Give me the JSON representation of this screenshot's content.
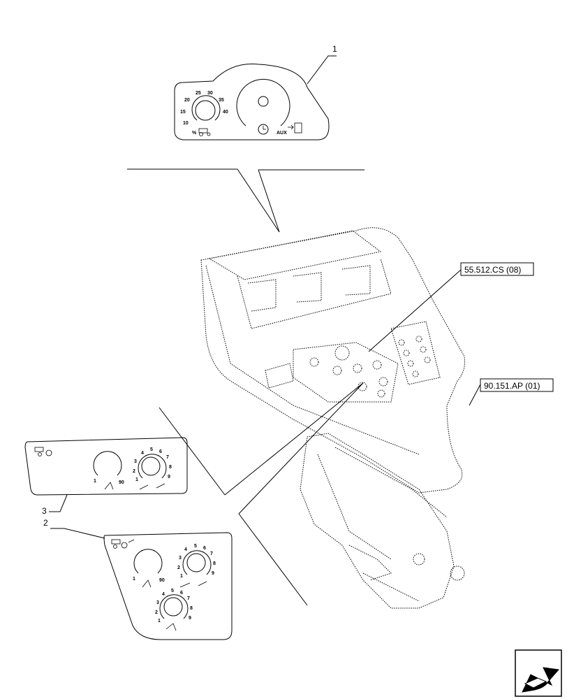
{
  "callouts": {
    "item1": "1",
    "item2": "2",
    "item3": "3"
  },
  "references": {
    "ref_top": "55.512.CS (08)",
    "ref_right": "90.151.AP (01)"
  },
  "panel1": {
    "ticks": [
      "10",
      "15",
      "20",
      "25",
      "30",
      "35",
      "40"
    ],
    "percent": "%",
    "aux": "AUX"
  },
  "panel3": {
    "left_knob": [
      "1",
      "90"
    ],
    "right_knob": [
      "1",
      "2",
      "3",
      "4",
      "5",
      "6",
      "7",
      "8",
      "9"
    ]
  },
  "panel2": {
    "left_knob": [
      "1",
      "90"
    ],
    "right_knob": [
      "1",
      "2",
      "3",
      "4",
      "5",
      "6",
      "7",
      "8",
      "9"
    ],
    "bottom_knob": [
      "1",
      "2",
      "3",
      "4",
      "5",
      "6",
      "7",
      "8",
      "9"
    ]
  },
  "icons": [
    "tractor-icon",
    "clock-icon",
    "hydraulic-aux-icon",
    "page-corner-icon"
  ]
}
